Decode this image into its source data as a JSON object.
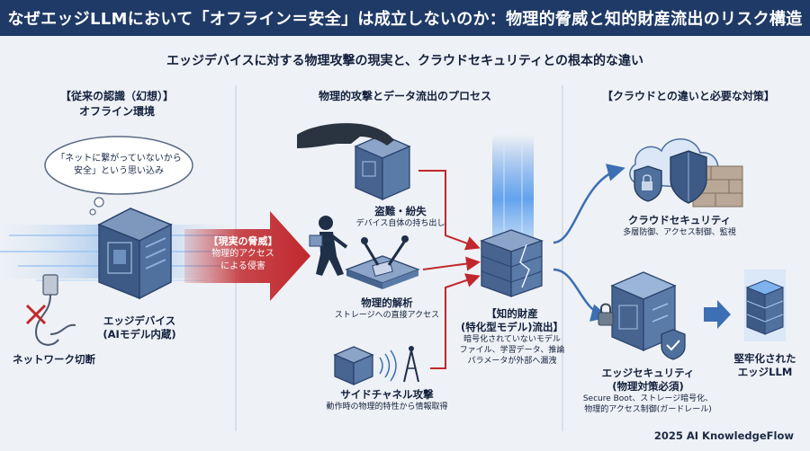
{
  "title": "なぜエッジLLMにおいて「オフライン＝安全」は成立しないのか：物理的脅威と知的財産流出のリスク構造",
  "subtitle": "エッジデバイスに対する物理攻撃の現実と、クラウドセキュリティとの根本的な違い",
  "left": {
    "heading_1": "【従来の認識（幻想）】",
    "heading_2": "オフライン環境",
    "bubble_1": "「ネットに繋がっていないから",
    "bubble_2": "安全」という思い込み",
    "device_label_1": "エッジデバイス",
    "device_label_2": "(AIモデル内蔵)",
    "network_cut": "ネットワーク切断"
  },
  "threat": {
    "title": "【現実の脅威】",
    "line_1": "物理的アクセス",
    "line_2": "による侵害"
  },
  "middle": {
    "heading": "物理的攻撃とデータ流出のプロセス",
    "theft_title": "盗難・紛失",
    "theft_desc": "デバイス自体の持ち出し",
    "analysis_title": "物理的解析",
    "analysis_desc": "ストレージへの直接アクセス",
    "sidechannel_title": "サイドチャネル攻撃",
    "sidechannel_desc": "動作時の物理的特性から情報取得",
    "ip_title_1": "【知的財産",
    "ip_title_2": "(特化型モデル)流出】",
    "ip_desc_1": "暗号化されていないモデル",
    "ip_desc_2": "ファイル、学習データ、推論",
    "ip_desc_3": "パラメータが外部へ漏洩"
  },
  "right": {
    "heading": "【クラウドとの違いと必要な対策】",
    "cloud_title": "クラウドセキュリティ",
    "cloud_desc": "多層防御、アクセス制御、監視",
    "edge_title_1": "エッジセキュリティ",
    "edge_title_2": "(物理対策必須)",
    "edge_desc_1": "Secure Boot、ストレージ暗号化、",
    "edge_desc_2": "物理的アクセス制御(ガードレール)",
    "hardened_1": "堅牢化された",
    "hardened_2": "エッジLLM"
  },
  "footer": "2025 AI KnowledgeFlow",
  "colors": {
    "title_bar": "#1f3a66",
    "threat_red": "#c0282d",
    "flow_blue": "#3c6fb3",
    "device_blue": "#4f6f9c"
  }
}
